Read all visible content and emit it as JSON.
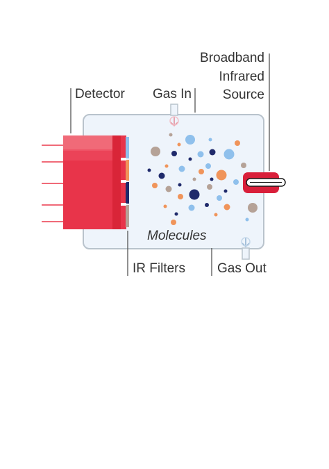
{
  "labels": {
    "source_line1": "Broadband",
    "source_line2": "Infrared",
    "source_line3": "Source",
    "detector": "Detector",
    "gas_in": "Gas In",
    "molecules": "Molecules",
    "ir_filters": "IR Filters",
    "gas_out": "Gas Out"
  },
  "colors": {
    "detector_red": "#e8344a",
    "detector_light": "#f06a78",
    "chamber_fill": "#eef4fb",
    "chamber_stroke": "#b9c3cc",
    "molecule_navy": "#1f2a6b",
    "molecule_orange": "#f0945a",
    "molecule_lightblue": "#8fc0ec",
    "molecule_taupe": "#b5a297",
    "leader_line": "#555555",
    "text": "#333333"
  }
}
